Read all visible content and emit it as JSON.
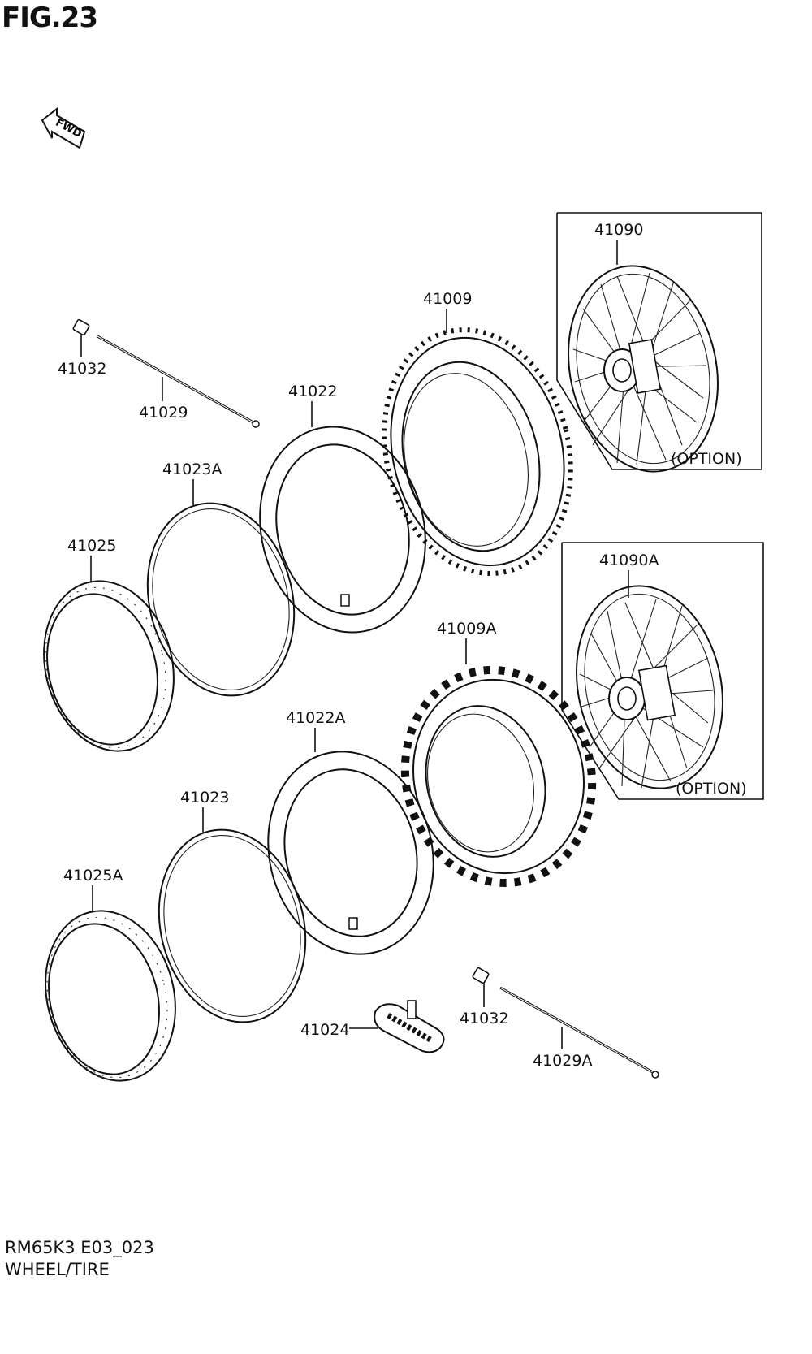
{
  "figure": {
    "title": "FIG.23",
    "fwd_label": "FWD"
  },
  "footer": {
    "code": "RM65K3 E03_023",
    "name": "WHEEL/TIRE"
  },
  "parts": {
    "p41090": "41090",
    "p41090A": "41090A",
    "p41009": "41009",
    "p41009A": "41009A",
    "p41022": "41022",
    "p41022A": "41022A",
    "p41023A": "41023A",
    "p41023": "41023",
    "p41025": "41025",
    "p41025A": "41025A",
    "p41032_top": "41032",
    "p41032_bottom": "41032",
    "p41029": "41029",
    "p41029A": "41029A",
    "p41024": "41024"
  },
  "option_label_top": "(OPTION)",
  "option_label_bottom": "(OPTION)"
}
